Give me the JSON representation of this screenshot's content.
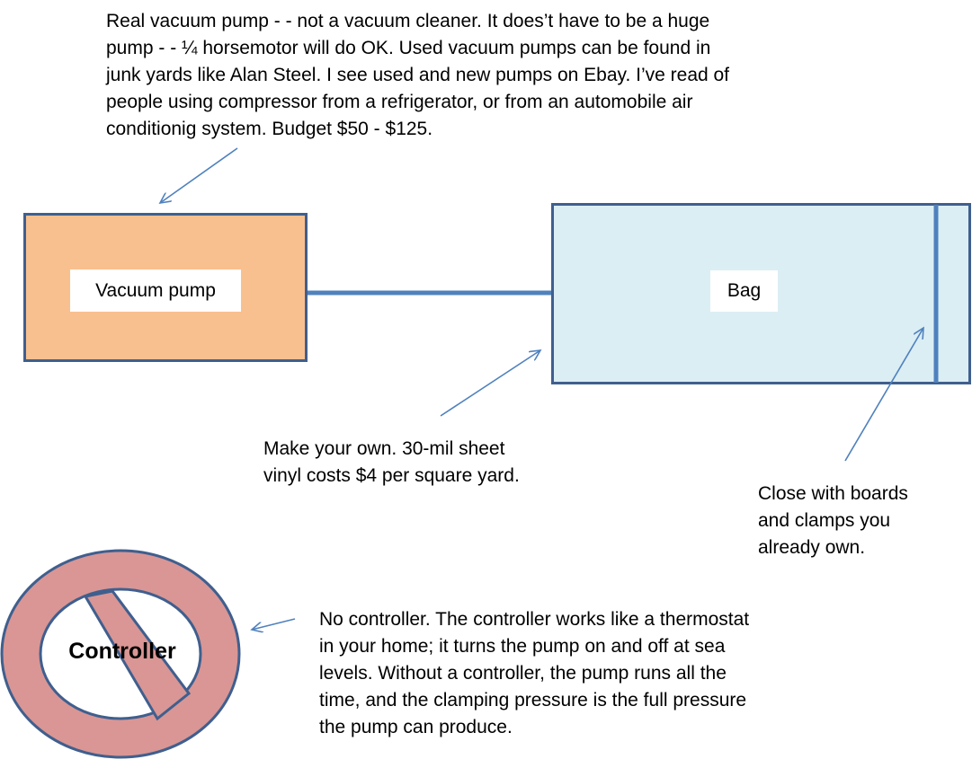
{
  "notes": {
    "pump": "Real vacuum pump - - not a vacuum cleaner. It does’t have to be a huge\npump - - ¼ horsemotor will do OK. Used vacuum pumps can be found in\njunk yards like Alan Steel. I see used and new pumps on Ebay. I’ve read of\npeople using compressor from a refrigerator, or from an automobile air\nconditionig system. Budget $50 - $125.",
    "bag": "Make your own. 30-mil sheet\nvinyl costs $4 per square yard.",
    "clamp": "Close with boards\nand clamps you\nalready own.",
    "controller": "No controller. The controller works like a thermostat\nin your home; it turns the pump on and off at sea\nlevels. Without a controller, the pump runs all the\ntime, and the clamping pressure is the full pressure\nthe pump can produce."
  },
  "boxes": {
    "pump_label": "Vacuum pump",
    "bag_label": "Bag"
  },
  "controller_symbol": {
    "label": "Controller"
  },
  "colors": {
    "outline": "#3f5f8e",
    "pump_fill": "#f9c08f",
    "bag_fill": "#dbeef4",
    "prohibit_fill": "#d99694",
    "arrow": "#4f81bd"
  }
}
